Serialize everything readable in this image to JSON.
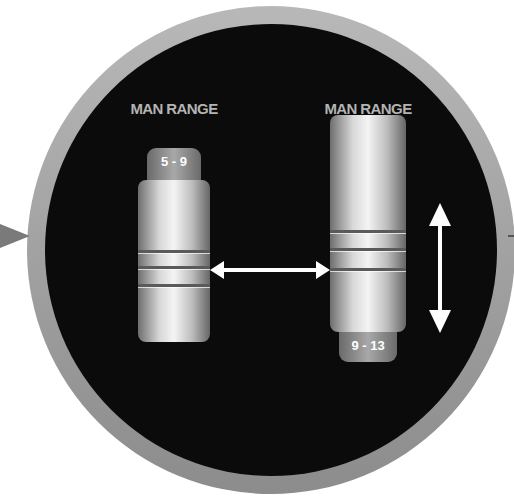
{
  "diagram": {
    "nodes": [
      {
        "text": [
          "MAN RANGE",
          "5 - 9"
        ]
      },
      {
        "text": [
          "MAN RANGE",
          "9 - 13"
        ]
      }
    ],
    "edges": [
      {
        "from": 0,
        "to": 1,
        "arrow": "both"
      }
    ]
  }
}
